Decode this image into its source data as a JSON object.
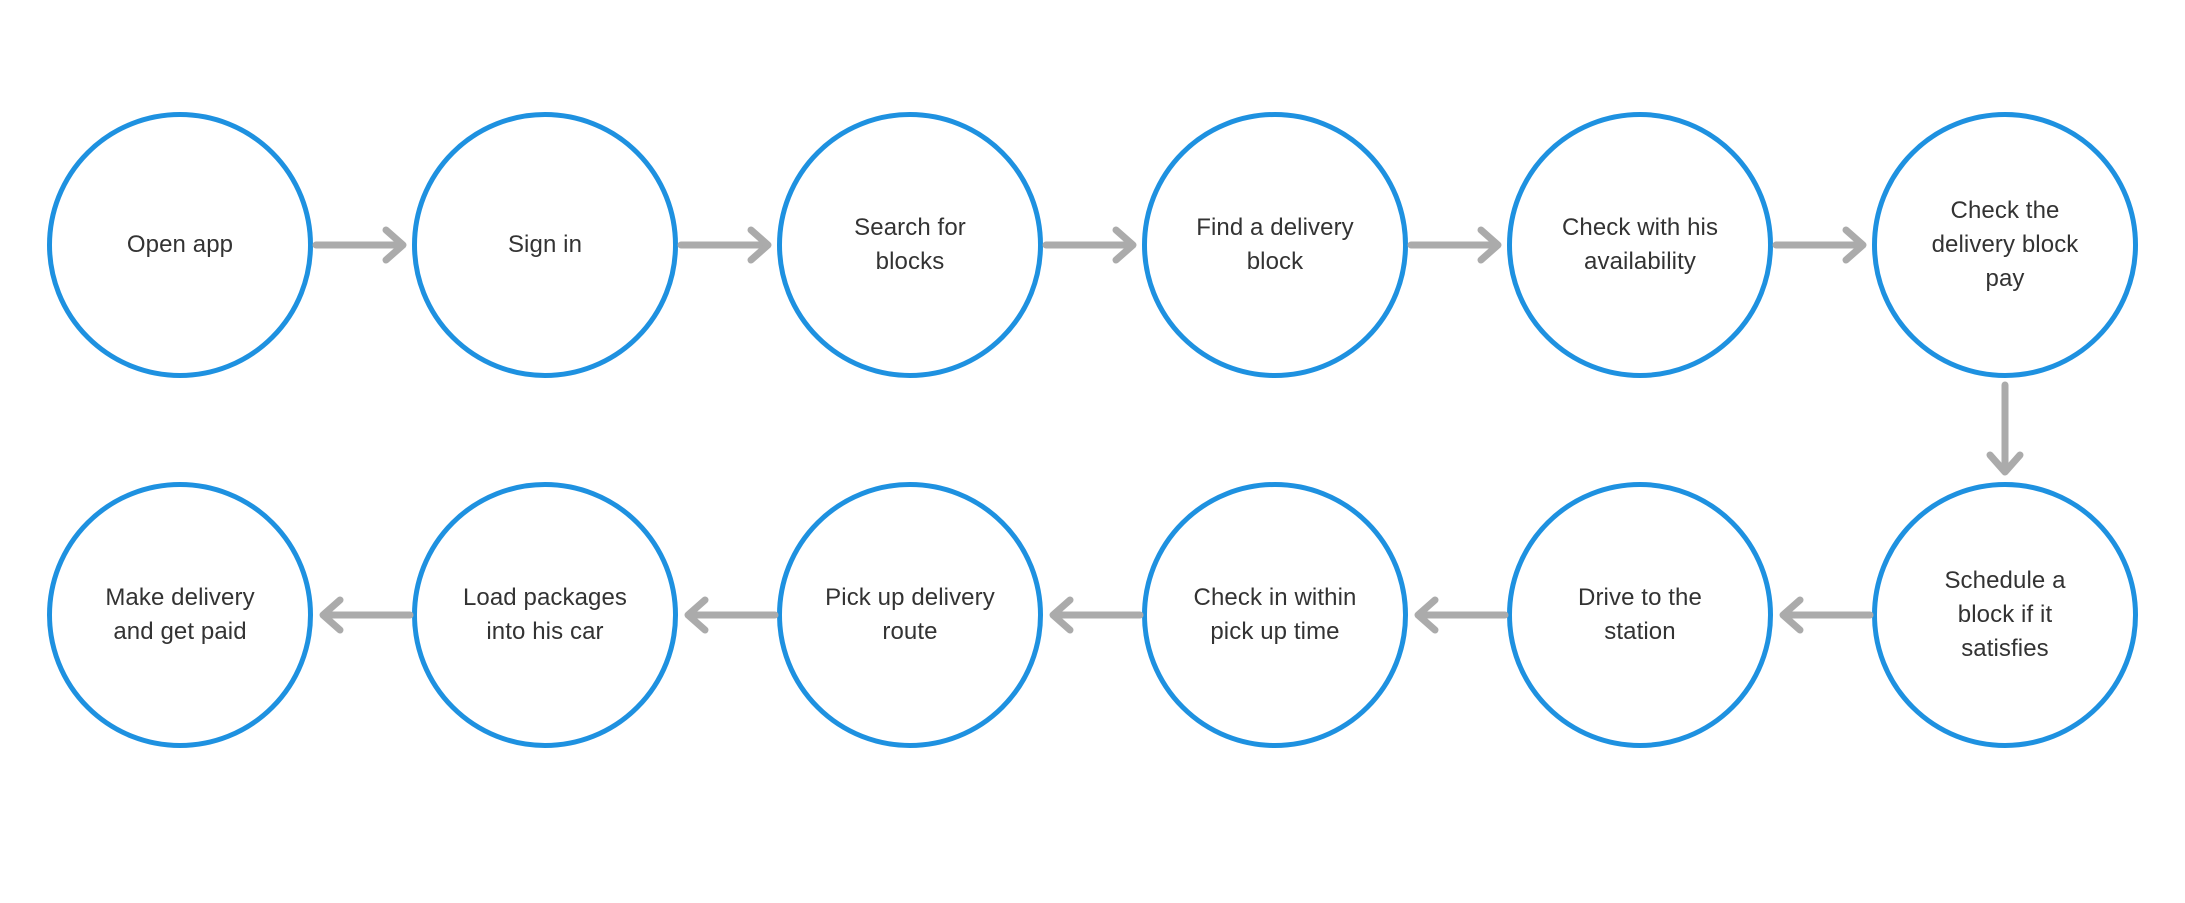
{
  "diagram": {
    "title": "Amazon Flex delivery driver journey flowchart",
    "background_color": "#FFFFFF",
    "node_stroke_color": "#1E91E0",
    "node_fill_color": "#FFFFFF",
    "arrow_color": "#ABABAB",
    "label_color": "#333333",
    "node_shape": "circle",
    "rows": 2,
    "nodes_per_row": 6,
    "flow_direction_top_row": "left-to-right",
    "flow_direction_bottom_row": "right-to-left",
    "connector_between_rows": "vertical-down-arrow"
  },
  "nodes": [
    {
      "id": "n0",
      "order": 1,
      "label": "Open app",
      "row": "top",
      "icon": "circle-node"
    },
    {
      "id": "n1",
      "order": 2,
      "label": "Sign in",
      "row": "top",
      "icon": "circle-node"
    },
    {
      "id": "n2",
      "order": 3,
      "label": "Search for\nblocks",
      "row": "top",
      "icon": "circle-node"
    },
    {
      "id": "n3",
      "order": 4,
      "label": "Find a delivery\nblock",
      "row": "top",
      "icon": "circle-node"
    },
    {
      "id": "n4",
      "order": 5,
      "label": "Check with his\navailability",
      "row": "top",
      "icon": "circle-node"
    },
    {
      "id": "n5",
      "order": 6,
      "label": "Check the\ndelivery block\npay",
      "row": "top",
      "icon": "circle-node"
    },
    {
      "id": "n6",
      "order": 7,
      "label": "Schedule a\nblock if it\nsatisfies",
      "row": "bottom",
      "icon": "circle-node"
    },
    {
      "id": "n7",
      "order": 8,
      "label": "Drive to the\nstation",
      "row": "bottom",
      "icon": "circle-node"
    },
    {
      "id": "n8",
      "order": 9,
      "label": "Check in within\npick up time",
      "row": "bottom",
      "icon": "circle-node"
    },
    {
      "id": "n9",
      "order": 10,
      "label": "Pick up delivery\nroute",
      "row": "bottom",
      "icon": "circle-node"
    },
    {
      "id": "n10",
      "order": 11,
      "label": "Load packages\ninto his car",
      "row": "bottom",
      "icon": "circle-node"
    },
    {
      "id": "n11",
      "order": 12,
      "label": "Make delivery\nand get paid",
      "row": "bottom",
      "icon": "circle-node"
    }
  ],
  "connectors": [
    {
      "id": "c0",
      "from": "n0",
      "to": "n1",
      "direction": "right",
      "icon": "arrow-right-icon"
    },
    {
      "id": "c1",
      "from": "n1",
      "to": "n2",
      "direction": "right",
      "icon": "arrow-right-icon"
    },
    {
      "id": "c2",
      "from": "n2",
      "to": "n3",
      "direction": "right",
      "icon": "arrow-right-icon"
    },
    {
      "id": "c3",
      "from": "n3",
      "to": "n4",
      "direction": "right",
      "icon": "arrow-right-icon"
    },
    {
      "id": "c4",
      "from": "n4",
      "to": "n5",
      "direction": "right",
      "icon": "arrow-right-icon"
    },
    {
      "id": "c5",
      "from": "n5",
      "to": "n6",
      "direction": "down",
      "icon": "arrow-down-icon"
    },
    {
      "id": "c6",
      "from": "n6",
      "to": "n7",
      "direction": "left",
      "icon": "arrow-left-icon"
    },
    {
      "id": "c7",
      "from": "n7",
      "to": "n8",
      "direction": "left",
      "icon": "arrow-left-icon"
    },
    {
      "id": "c8",
      "from": "n8",
      "to": "n9",
      "direction": "left",
      "icon": "arrow-left-icon"
    },
    {
      "id": "c9",
      "from": "n9",
      "to": "n10",
      "direction": "left",
      "icon": "arrow-left-icon"
    },
    {
      "id": "c10",
      "from": "n10",
      "to": "n11",
      "direction": "left",
      "icon": "arrow-left-icon"
    }
  ]
}
